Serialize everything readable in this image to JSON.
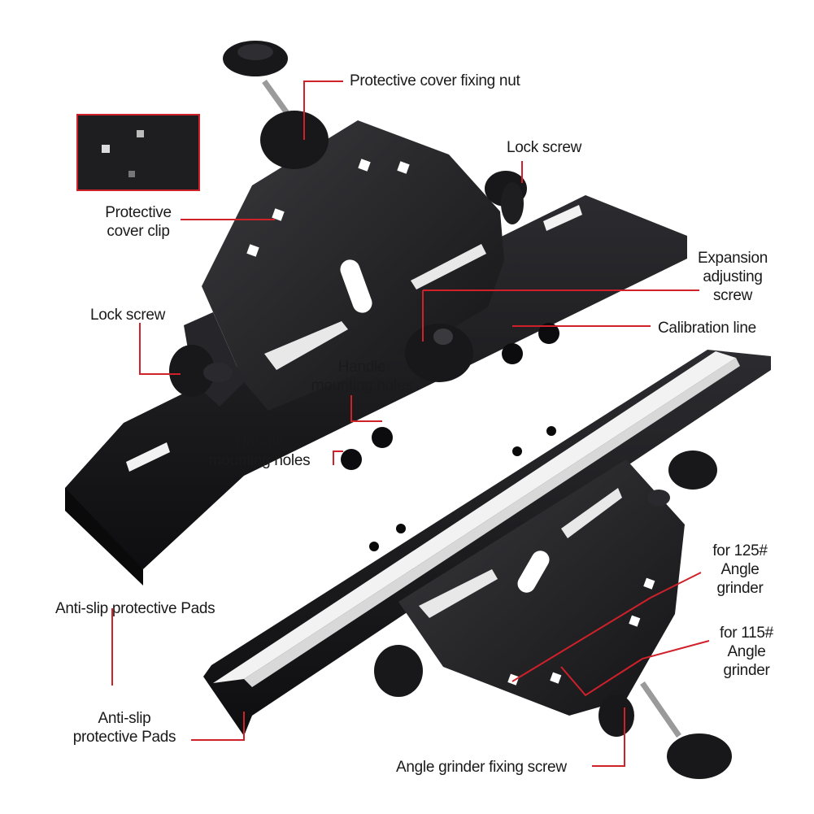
{
  "colors": {
    "callout_line": "#d0202a",
    "product_metal": "#1c1c1e",
    "pad_white": "#f2f2f2",
    "label_text": "#1a1a1a"
  },
  "callouts": {
    "protective_cover_fixing_nut": "Protective cover fixing nut",
    "protective_cover_clip_line1": "Protective",
    "protective_cover_clip_line2": "cover clip",
    "lock_screw_right": "Lock screw",
    "lock_screw_left": "Lock screw",
    "expansion_line1": "Expansion",
    "expansion_line2": "adjusting",
    "expansion_line3": "screw",
    "calibration_line": "Calibration line",
    "handle_holes_upper_line1": "Handle",
    "handle_holes_upper_line2": "mounting holes",
    "handle_holes_lower_line1": "Handle",
    "handle_holes_lower_line2": "mounting holes",
    "anti_slip_upper": "Anti-slip protective Pads",
    "anti_slip_lower_line1": "Anti-slip",
    "anti_slip_lower_line2": "protective Pads",
    "for125_line1": "for 125#",
    "for125_line2": "Angle",
    "for125_line3": "grinder",
    "for115_line1": "for 115#",
    "for115_line2": "Angle",
    "for115_line3": "grinder",
    "angle_grinder_fixing_screw": "Angle grinder fixing screw"
  }
}
